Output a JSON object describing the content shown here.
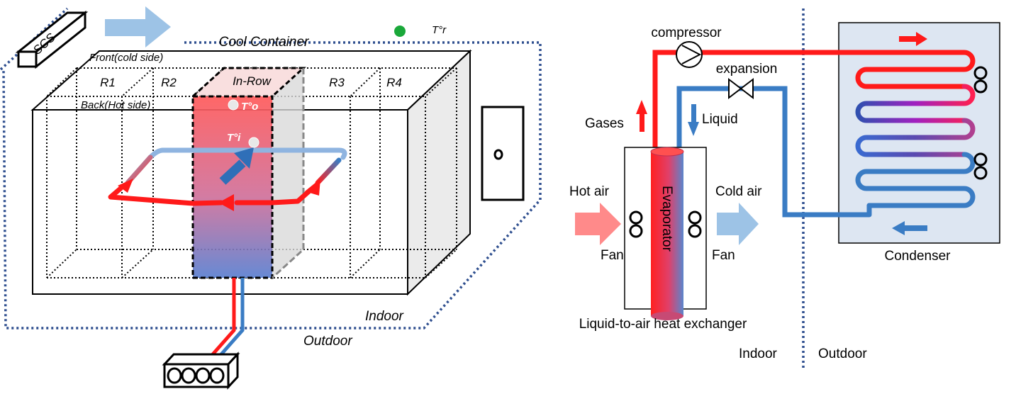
{
  "left_diagram": {
    "title": "Cool Container",
    "scs_label": "SCS",
    "front_label": "Front(cold side)",
    "back_label": "Back(Hot side)",
    "racks": [
      "R1",
      "R2",
      "In-Row",
      "R3",
      "R4"
    ],
    "temp_room": "T°r",
    "temp_out": "T°o",
    "temp_in": "T°i",
    "indoor_label": "Indoor",
    "outdoor_label": "Outdoor"
  },
  "right_diagram": {
    "compressor_label": "compressor",
    "expansion_label": "expansion",
    "gases_label": "Gases",
    "liquid_label": "Liquid",
    "hot_air_label": "Hot air",
    "cold_air_label": "Cold air",
    "fan_label_left": "Fan",
    "fan_label_right": "Fan",
    "evaporator_label": "Evaporator",
    "exchanger_label": "Liquid-to-air heat exchanger",
    "condenser_label": "Condenser",
    "indoor_label": "Indoor",
    "outdoor_label": "Outdoor"
  },
  "colors": {
    "hot": "#ff1a1a",
    "cold": "#3a7cc4",
    "boundary": "#2f4f8f",
    "light_blue": "#9dc3e6",
    "light_red": "#ff8a8a"
  }
}
